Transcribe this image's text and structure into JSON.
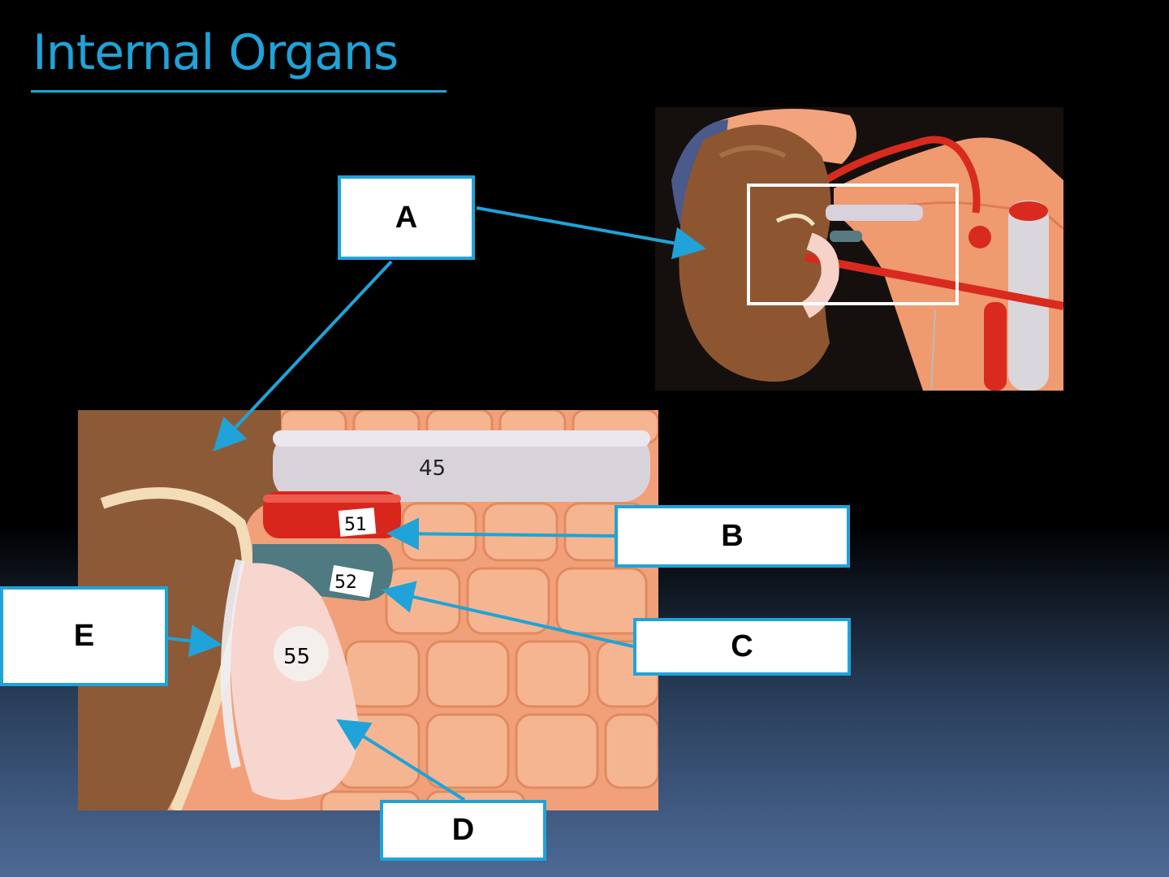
{
  "title": "Internal Organs",
  "labels": {
    "a": "A",
    "b": "B",
    "c": "C",
    "d": "D",
    "e": "E"
  },
  "specimen_tags": {
    "vessel_45": "45",
    "vessel_51": "51",
    "vessel_52": "52",
    "vessel_55": "55"
  },
  "colors": {
    "accent": "#1fa3d8",
    "background_top": "#000000",
    "background_bottom": "#4d6a96"
  }
}
